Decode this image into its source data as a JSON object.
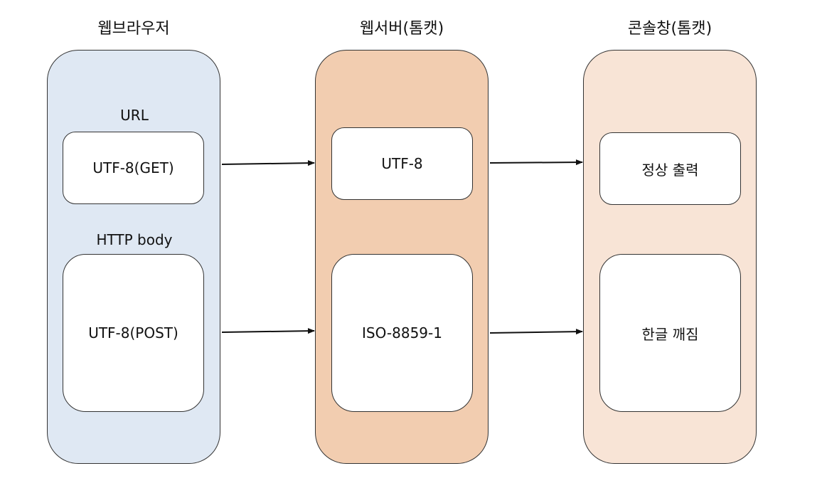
{
  "columns": {
    "browser": {
      "title": "웹브라우저",
      "url_label": "URL",
      "body_label": "HTTP body",
      "get_box": "UTF-8(GET)",
      "post_box": "UTF-8(POST)",
      "color": "#dfe8f3"
    },
    "server": {
      "title": "웹서버(톰캣)",
      "utf8_box": "UTF-8",
      "iso_box": "ISO-8859-1",
      "color": "#f2cdb0"
    },
    "console": {
      "title": "콘솔창(톰캣)",
      "ok_box": "정상 출력",
      "broken_box": "한글 깨짐",
      "color": "#f8e4d6"
    }
  }
}
